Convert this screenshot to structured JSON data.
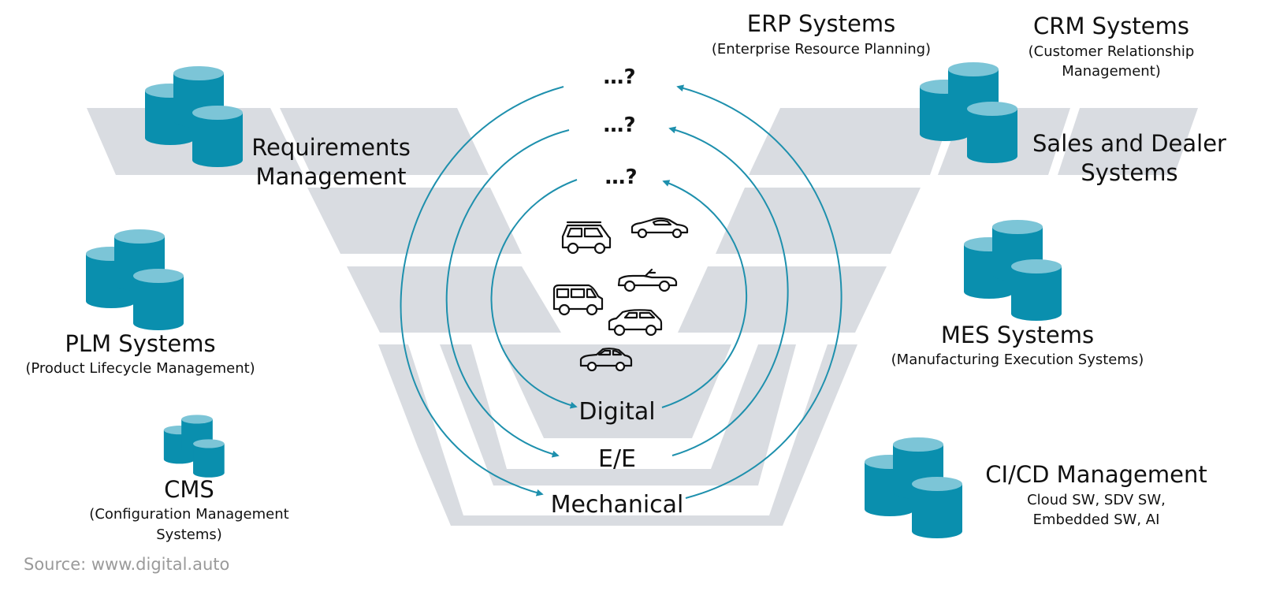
{
  "colors": {
    "band": "#d9dce1",
    "database_fill": "#0a8fae",
    "database_top": "#7cc5d7",
    "arrow": "#1e90ad",
    "text": "#111111",
    "source_text": "#9a9a9a"
  },
  "systems": {
    "requirements": {
      "title_line1": "Requirements",
      "title_line2": "Management",
      "icon": "database-icon"
    },
    "plm": {
      "title": "PLM Systems",
      "subtitle": "(Product Lifecycle Management)",
      "icon": "database-icon"
    },
    "cms": {
      "title": "CMS",
      "subtitle_line1": "(Configuration Management",
      "subtitle_line2": "Systems)",
      "icon": "database-icon"
    },
    "erp": {
      "title": "ERP Systems",
      "subtitle": "(Enterprise Resource Planning)"
    },
    "crm": {
      "title": "CRM Systems",
      "subtitle_line1": "(Customer Relationship",
      "subtitle_line2": "Management)",
      "icon": "database-icon"
    },
    "sales": {
      "title_line1": "Sales and Dealer",
      "title_line2": "Systems"
    },
    "mes": {
      "title": "MES Systems",
      "subtitle": "(Manufacturing Execution Systems)",
      "icon": "database-icon"
    },
    "cicd": {
      "title": "CI/CD Management",
      "subtitle_line1": "Cloud SW, SDV SW,",
      "subtitle_line2": "Embedded SW, AI",
      "icon": "database-icon"
    }
  },
  "layers": {
    "digital": "Digital",
    "ee": "E/E",
    "mechanical": "Mechanical",
    "unknown_outer": "…?",
    "unknown_middle": "…?",
    "unknown_inner": "…?"
  },
  "vehicles": [
    "suv-icon",
    "sports-car-icon",
    "convertible-icon",
    "van-icon",
    "hatchback-icon",
    "sedan-icon"
  ],
  "source": "Source: www.digital.auto"
}
